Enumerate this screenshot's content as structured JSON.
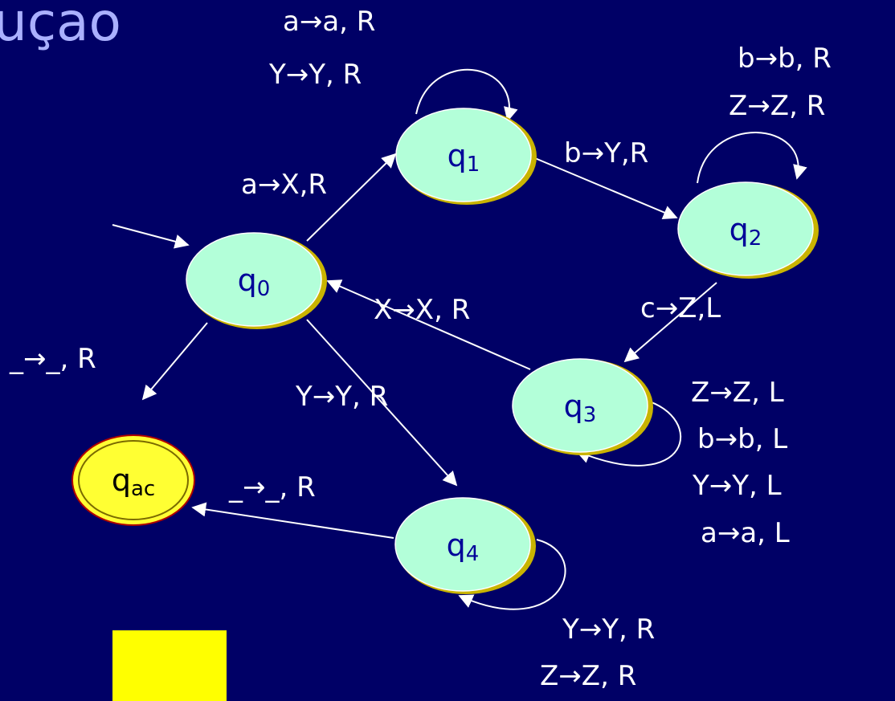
{
  "title_fragment": "uçao",
  "colors": {
    "background": "#000066",
    "state_fill": "#b3ffd9",
    "accept_fill": "#ffff33",
    "state_shadow": "#c9b400",
    "text": "#ffffff",
    "state_text": "#000099",
    "arrow": "#ffffff"
  },
  "states": {
    "q0": {
      "base": "q",
      "sub": "0"
    },
    "q1": {
      "base": "q",
      "sub": "1"
    },
    "q2": {
      "base": "q",
      "sub": "2"
    },
    "q3": {
      "base": "q",
      "sub": "3"
    },
    "q4": {
      "base": "q",
      "sub": "4"
    },
    "qac": {
      "base": "q",
      "sub": "ac"
    }
  },
  "transitions": {
    "q0_q1": "a→X,R",
    "q1_loop": [
      "a→a, R",
      "Y→Y, R"
    ],
    "q1_q2": "b→Y,R",
    "q2_loop": [
      "b→b, R",
      "Z→Z, R"
    ],
    "q2_q3": "c→Z,L",
    "q3_q0": "X→X, R",
    "q3_loop": [
      "Z→Z, L",
      "b→b, L",
      "Y→Y, L",
      "a→a, L"
    ],
    "q0_q4": "Y→Y, R",
    "q0_qac": "_→_, R",
    "q4_qac": "_→_, R",
    "q4_loop": [
      "Y→Y, R",
      "Z→Z, R"
    ]
  }
}
